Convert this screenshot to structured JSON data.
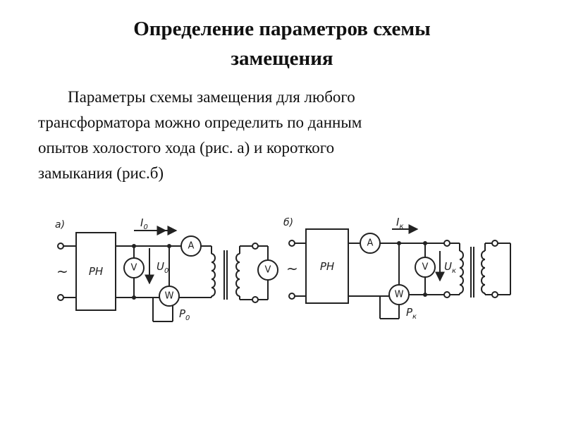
{
  "slide": {
    "title_lines": [
      "Определение параметров схемы",
      "замещения"
    ],
    "paragraph_lines": [
      "Параметры схемы замещения для любого",
      "трансформатора можно определить по данным",
      "опытов холостого хода (рис. а) и короткого",
      "замыкания (рис.б)"
    ]
  },
  "diagram_a": {
    "panel_label": "а)",
    "source_symbol": "~",
    "regulator_label": "РН",
    "ammeter": "A",
    "voltmeter_primary": "V",
    "wattmeter": "W",
    "voltmeter_secondary": "V",
    "current": "I",
    "current_sub": "0",
    "voltage": "U",
    "voltage_sub": "0",
    "power": "P",
    "power_sub": "0"
  },
  "diagram_b": {
    "panel_label": "б)",
    "source_symbol": "~",
    "regulator_label": "РН",
    "ammeter": "A",
    "voltmeter_primary": "V",
    "wattmeter": "W",
    "current": "I",
    "current_sub": "к",
    "voltage": "U",
    "voltage_sub": "к",
    "power": "P",
    "power_sub": "к"
  }
}
